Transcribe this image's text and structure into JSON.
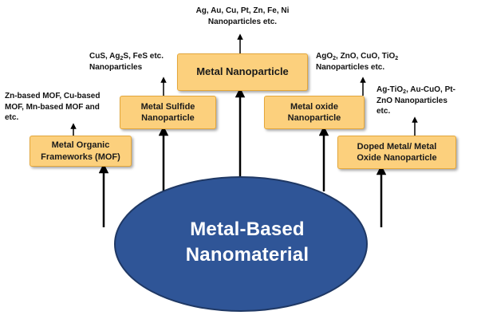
{
  "colors": {
    "box_fill": "#fcd07d",
    "box_border": "#e4a73a",
    "ellipse_fill": "#2f5597",
    "ellipse_stroke": "#1f3864",
    "arrow": "#000000",
    "center_text": "#ffffff"
  },
  "center": {
    "line1": "Metal-Based",
    "line2": "Nanomaterial"
  },
  "boxes": {
    "metal_nanoparticle": "Metal Nanoparticle",
    "metal_sulfide": {
      "line1": "Metal Sulfide",
      "line2": "Nanoparticle"
    },
    "metal_oxide": {
      "line1": "Metal oxide",
      "line2": "Nanoparticle"
    },
    "mof": {
      "line1": "Metal Organic",
      "line2": "Frameworks (MOF)"
    },
    "doped": {
      "line1": "Doped Metal/ Metal",
      "line2": "Oxide Nanoparticle"
    }
  },
  "examples": {
    "metal_nanoparticle": {
      "line1": "Ag, Au, Cu, Pt, Zn, Fe, Ni",
      "line2": "Nanoparticles etc."
    },
    "metal_sulfide": {
      "line1_a": "CuS, Ag",
      "line1_sub": "2",
      "line1_b": "S, FeS etc.",
      "line2": "Nanoparticles"
    },
    "metal_oxide": {
      "line1_a": "AgO",
      "line1_sub": "2",
      "line1_b": ", ZnO, CuO, TiO",
      "line1_sub2": "2",
      "line2": "Nanoparticles etc."
    },
    "mof": {
      "line1": "Zn-based MOF, Cu-based",
      "line2": "MOF, Mn-based MOF and",
      "line3": "etc."
    },
    "doped": {
      "line1_a": "Ag-TiO",
      "line1_sub": "2",
      "line1_b": ", Au-CuO, Pt-",
      "line2": "ZnO Nanoparticles",
      "line3": "etc."
    }
  }
}
